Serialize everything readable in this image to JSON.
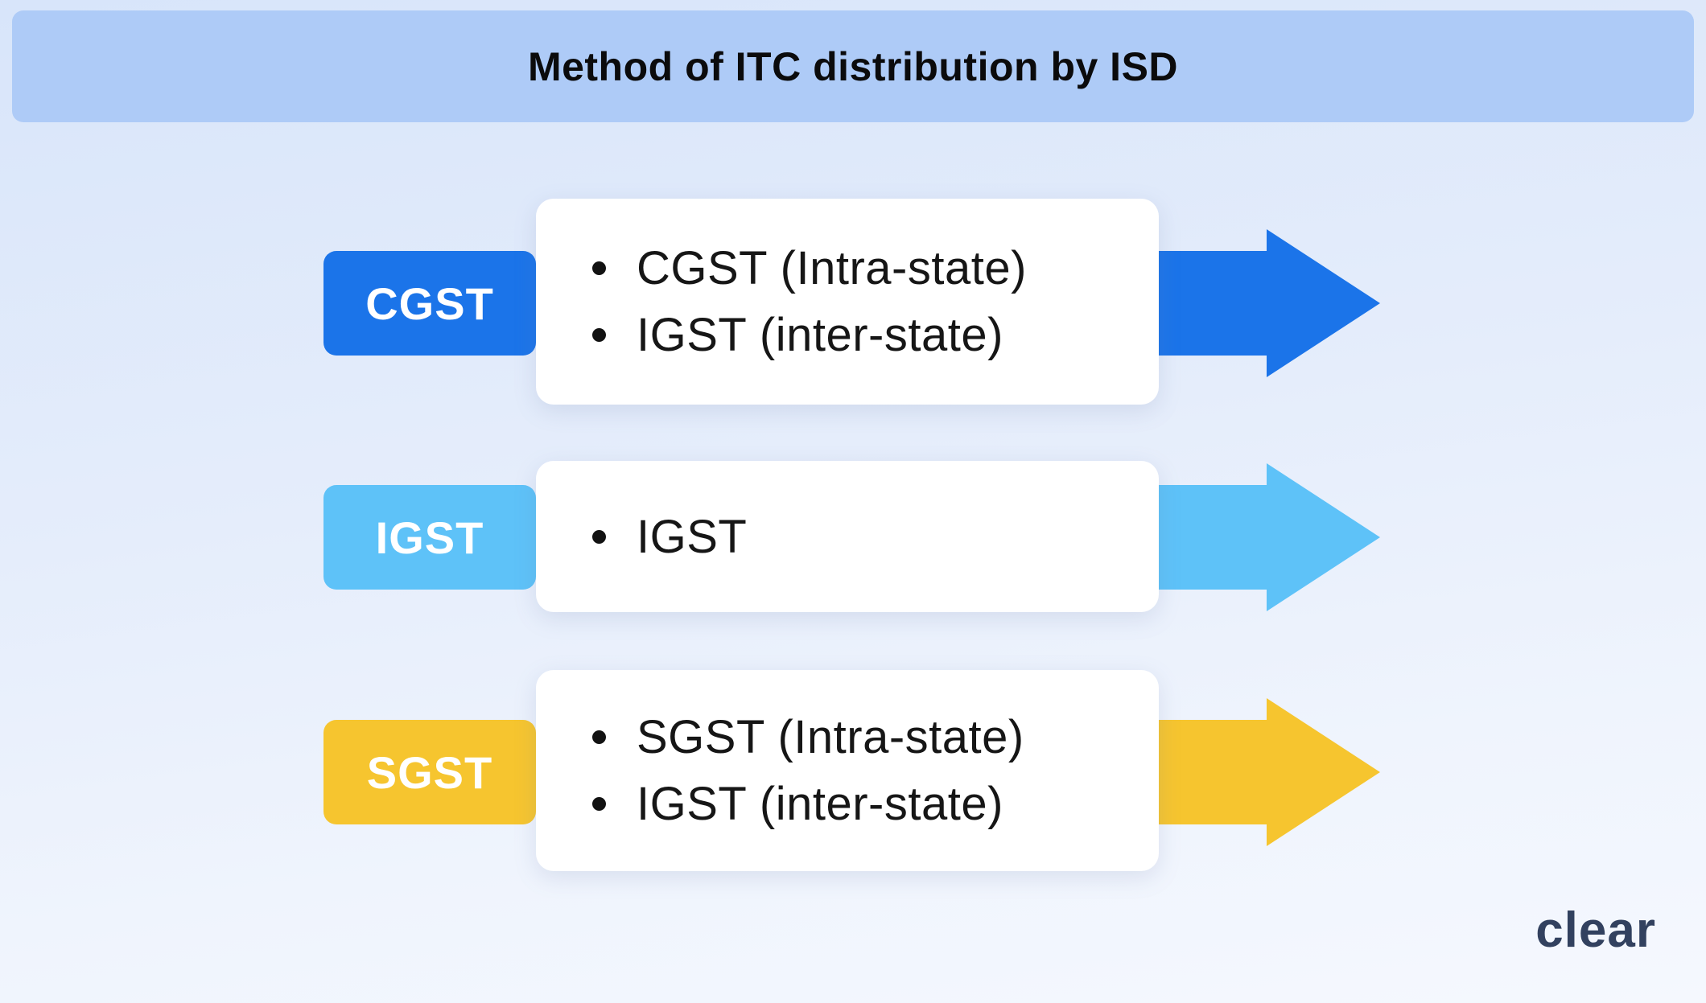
{
  "title": "Method of ITC distribution by ISD",
  "rows": [
    {
      "label": "CGST",
      "color": "#1B74E9",
      "items": [
        "CGST (Intra-state)",
        "IGST (inter-state)"
      ]
    },
    {
      "label": "IGST",
      "color": "#5EC2F8",
      "items": [
        "IGST"
      ]
    },
    {
      "label": "SGST",
      "color": "#F6C52F",
      "items": [
        "SGST (Intra-state)",
        "IGST (inter-state)"
      ]
    }
  ],
  "logo_text": "clear",
  "theme": {
    "banner_bg": "#AECBF7",
    "title_color": "#0B0B0C",
    "card_bg": "#FFFFFF",
    "bullet_text_color": "#161616",
    "logo_color": "#32415F",
    "background_top": "#D8E5FA",
    "background_bottom": "#F5F8FE"
  }
}
